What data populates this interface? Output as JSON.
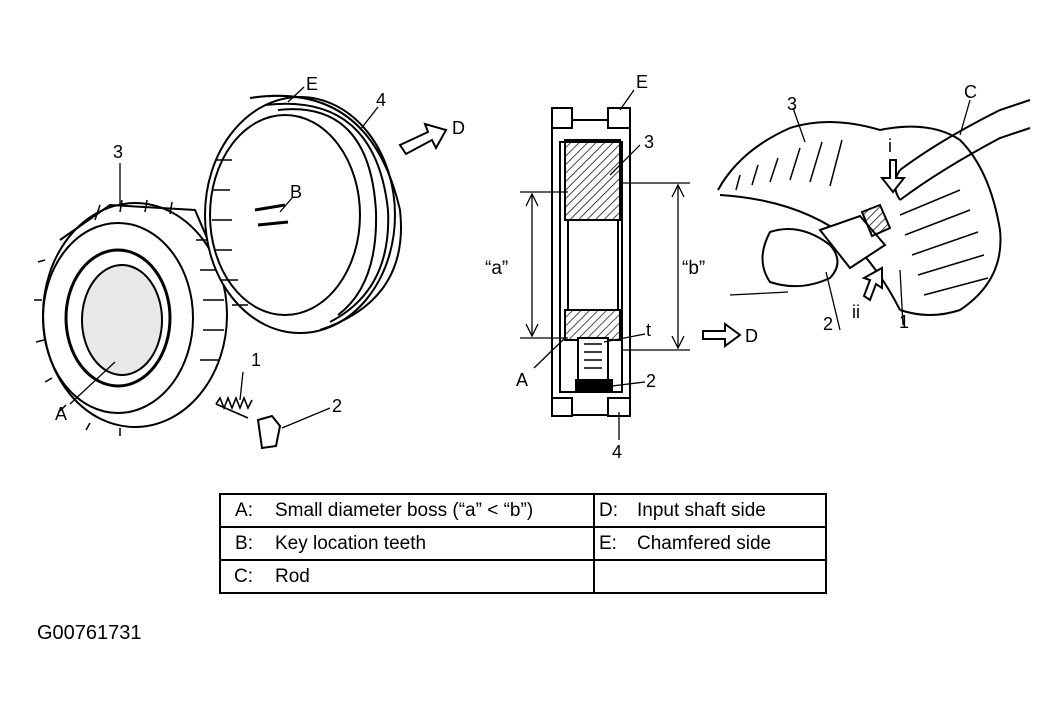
{
  "callouts": {
    "left_3": "3",
    "left_A": "A",
    "left_1": "1",
    "left_2": "2",
    "sleeve_E": "E",
    "sleeve_4": "4",
    "sleeve_B": "B",
    "sleeve_D": "D",
    "section_E": "E",
    "section_3": "3",
    "section_a": "“a”",
    "section_b": "“b”",
    "section_t": "t",
    "section_A": "A",
    "section_2": "2",
    "section_4": "4",
    "section_D": "D",
    "right_3": "3",
    "right_C": "C",
    "right_i": "i",
    "right_2": "2",
    "right_ii": "ii",
    "right_1": "1"
  },
  "legend": {
    "rows": [
      {
        "left_key": "A:",
        "left_text": "Small diameter boss (“a” < “b”)",
        "right_key": "D:",
        "right_text": "Input shaft side"
      },
      {
        "left_key": "B:",
        "left_text": "Key location teeth",
        "right_key": "E:",
        "right_text": "Chamfered side"
      },
      {
        "left_key": "C:",
        "left_text": "Rod",
        "right_key": "",
        "right_text": ""
      }
    ]
  },
  "figure_code": "G00761731"
}
